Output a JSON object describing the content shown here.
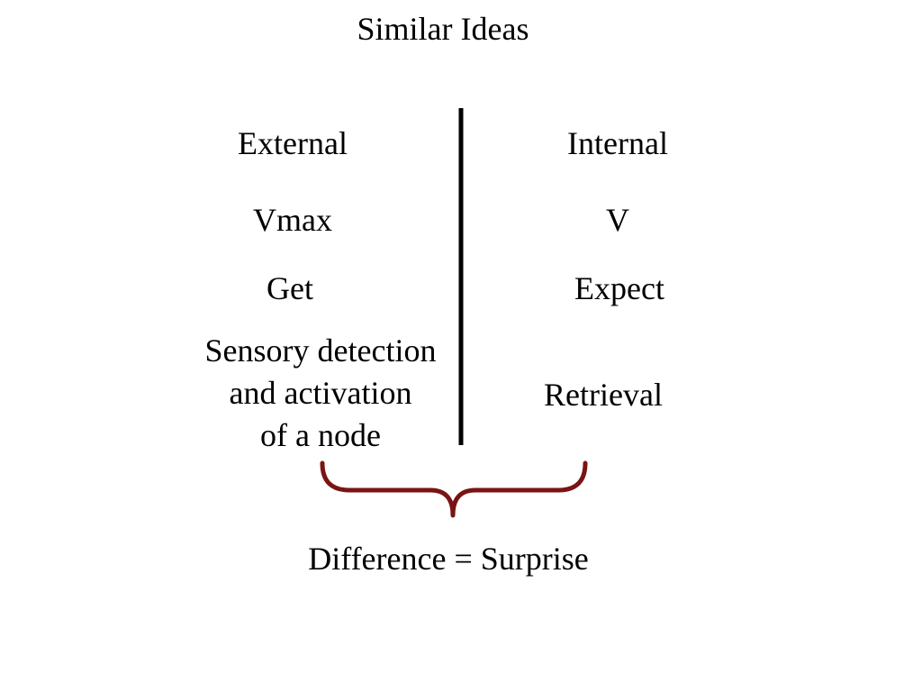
{
  "title": "Similar Ideas",
  "left_column": {
    "heading": "External",
    "items": [
      "Vmax",
      "Get"
    ],
    "multiline": [
      "Sensory detection",
      "and activation",
      "of a node"
    ]
  },
  "right_column": {
    "heading": "Internal",
    "items": [
      "V",
      "Expect",
      "Retrieval"
    ]
  },
  "conclusion": "Difference = Surprise",
  "colors": {
    "text": "#000000",
    "divider": "#000000",
    "brace": "#7a1414",
    "background": "#ffffff"
  }
}
